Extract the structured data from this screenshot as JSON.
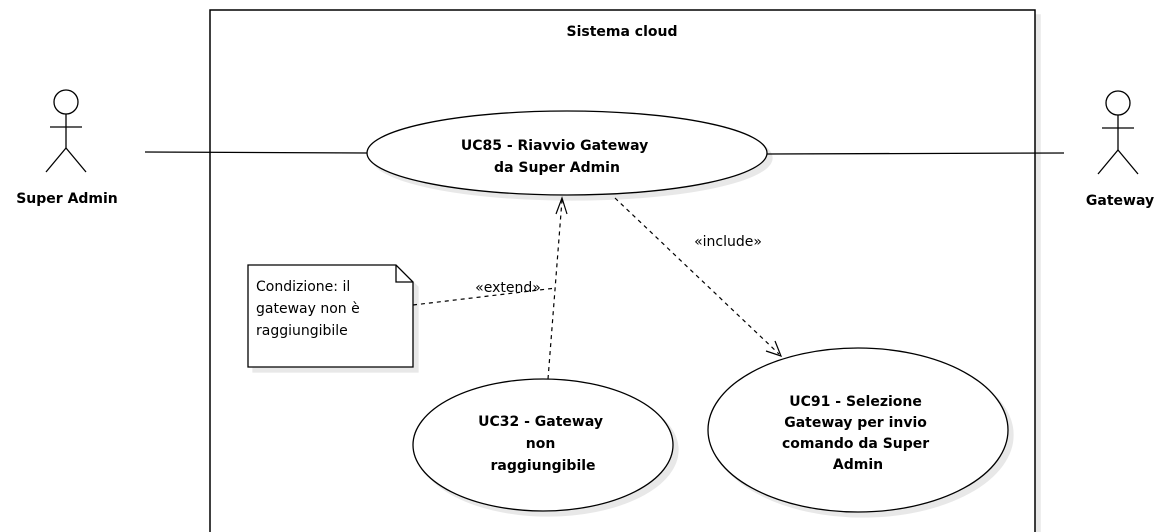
{
  "diagram": {
    "system": {
      "title": "Sistema cloud"
    },
    "actors": {
      "super_admin": {
        "name": "Super Admin"
      },
      "gateway": {
        "name": "Gateway"
      }
    },
    "use_cases": {
      "uc85": {
        "lines": [
          "UC85 - Riavvio Gateway",
          "da Super Admin"
        ]
      },
      "uc32": {
        "lines": [
          "UC32 - Gateway",
          "non",
          "raggiungibile"
        ]
      },
      "uc91": {
        "lines": [
          "UC91 - Selezione",
          "Gateway per invio",
          "comando da Super",
          "Admin"
        ]
      }
    },
    "relations": {
      "extend": {
        "label": "«extend»"
      },
      "include": {
        "label": "«include»"
      }
    },
    "note": {
      "lines": [
        "Condizione: il",
        "gateway non è",
        "raggiungibile"
      ]
    }
  }
}
